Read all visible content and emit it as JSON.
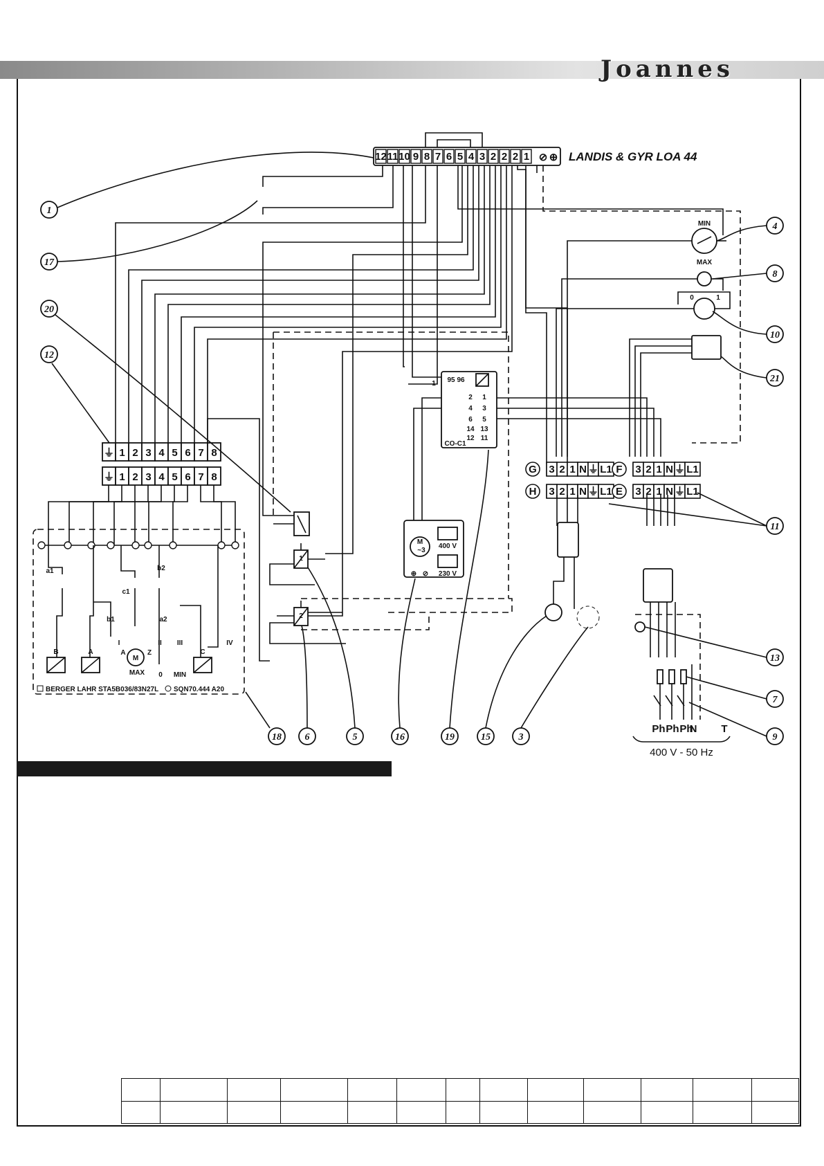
{
  "brand": {
    "logo_text": "Joannes"
  },
  "controller": {
    "title": "LANDIS & GYR LOA 44",
    "terminals": [
      "12",
      "11",
      "10",
      "9",
      "8",
      "7",
      "6",
      "5",
      "4",
      "3",
      "2",
      "2",
      "2",
      "1"
    ],
    "ground_symbols": [
      "⊘",
      "⊕"
    ]
  },
  "terminal_strips": {
    "left_upper": [
      "⏚",
      "1",
      "2",
      "3",
      "4",
      "5",
      "6",
      "7",
      "8"
    ],
    "left_lower": [
      "⏚",
      "1",
      "2",
      "3",
      "4",
      "5",
      "6",
      "7",
      "8"
    ],
    "G": {
      "letter": "G",
      "cells": [
        "3",
        "2",
        "1",
        "N",
        "⏚",
        "L1"
      ]
    },
    "H": {
      "letter": "H",
      "cells": [
        "3",
        "2",
        "1",
        "N",
        "⏚",
        "L1"
      ]
    },
    "F": {
      "letter": "F",
      "cells": [
        "3",
        "2",
        "1",
        "N",
        "⏚",
        "L1"
      ]
    },
    "E": {
      "letter": "E",
      "cells": [
        "3",
        "2",
        "1",
        "N",
        "⏚",
        "L1"
      ]
    }
  },
  "switch_labels": {
    "min": "MIN",
    "max": "MAX",
    "off": "0",
    "on": "1"
  },
  "contactor": {
    "label": "CO-C1",
    "top": [
      "95",
      "96"
    ],
    "left": [
      "1",
      "2",
      "4",
      "6"
    ],
    "right": [
      "1",
      "3",
      "5"
    ],
    "aux": [
      "14",
      "13",
      "12",
      "11"
    ]
  },
  "motor": {
    "symbol_top": "M",
    "symbol_bottom": "~3",
    "v400": "400 V",
    "v230": "230 V"
  },
  "servo": {
    "footer_left": "BERGER LAHR STA5B036/83N27L",
    "footer_right": "SQN70.444 A20",
    "relays": [
      "B",
      "A",
      "C"
    ],
    "contacts": [
      "a1",
      "c1",
      "b2",
      "b1",
      "a2"
    ],
    "positions": [
      "I",
      "II",
      "III",
      "IV",
      "Z",
      "A",
      "MAX",
      "0",
      "MIN"
    ],
    "motor": "M"
  },
  "supply": {
    "phases": [
      "Ph",
      "Ph",
      "Ph",
      "N",
      "T"
    ],
    "rating": "400 V - 50 Hz"
  },
  "valves": [
    "1",
    "2"
  ],
  "callouts": [
    "1",
    "17",
    "20",
    "12",
    "4",
    "8",
    "10",
    "21",
    "11",
    "13",
    "7",
    "9",
    "18",
    "6",
    "5",
    "16",
    "19",
    "15",
    "3"
  ],
  "colors": {
    "ink": "#111111",
    "header_dark": "#8a8a8a",
    "header_light": "#e3e3e3",
    "legend_bar": "#1a1a1a"
  }
}
